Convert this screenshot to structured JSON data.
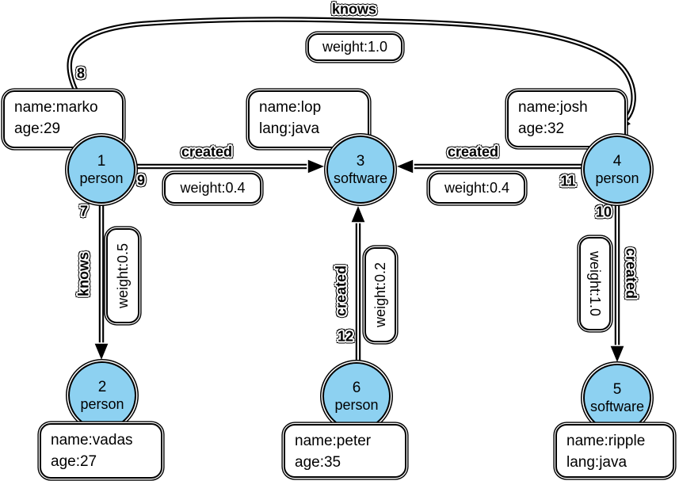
{
  "diagram_type": "property-graph",
  "colors": {
    "vertex_fill": "#8dd1f1",
    "stroke": "#000000",
    "box_fill": "#ffffff",
    "background": "#ffffff"
  },
  "nodes": [
    {
      "id": "1",
      "type": "person",
      "props": [
        "name:marko",
        "age:29"
      ]
    },
    {
      "id": "2",
      "type": "person",
      "props": [
        "name:vadas",
        "age:27"
      ]
    },
    {
      "id": "3",
      "type": "software",
      "props": [
        "name:lop",
        "lang:java"
      ]
    },
    {
      "id": "4",
      "type": "person",
      "props": [
        "name:josh",
        "age:32"
      ]
    },
    {
      "id": "5",
      "type": "software",
      "props": [
        "name:ripple",
        "lang:java"
      ]
    },
    {
      "id": "6",
      "type": "person",
      "props": [
        "name:peter",
        "age:35"
      ]
    }
  ],
  "edges": [
    {
      "id": "8",
      "label": "knows",
      "weight": "weight:1.0",
      "from": "1",
      "to": "4"
    },
    {
      "id": "9",
      "label": "created",
      "weight": "weight:0.4",
      "from": "1",
      "to": "3"
    },
    {
      "id": "7",
      "label": "knows",
      "weight": "weight:0.5",
      "from": "1",
      "to": "2"
    },
    {
      "id": "11",
      "label": "created",
      "weight": "weight:0.4",
      "from": "4",
      "to": "3"
    },
    {
      "id": "12",
      "label": "created",
      "weight": "weight:0.2",
      "from": "6",
      "to": "3"
    },
    {
      "id": "10",
      "label": "created",
      "weight": "weight:1.0",
      "from": "4",
      "to": "5"
    }
  ]
}
